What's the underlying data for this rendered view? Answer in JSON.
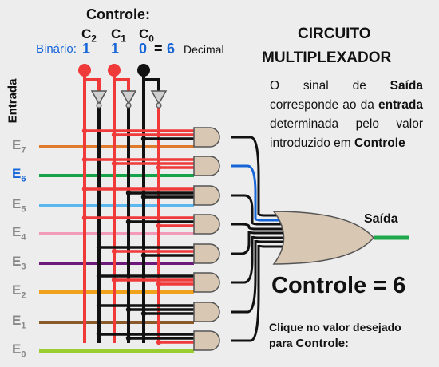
{
  "control": {
    "title": "Controle:",
    "c2": "C",
    "c2_sub": "2",
    "c1": "C",
    "c1_sub": "1",
    "c0": "C",
    "c0_sub": "0",
    "binary_label": "Binário:",
    "bits": [
      "1",
      "1",
      "0"
    ],
    "equals": "=",
    "decimal_value": "6",
    "decimal_label": "Decimal"
  },
  "heading": {
    "line1": "CIRCUITO",
    "line2": "MULTIPLEXADOR"
  },
  "description": {
    "p1": "O sinal de ",
    "saida": "Saída",
    "p2": " corresponde ao da ",
    "entrada": "entrada",
    "p3": " determinada pelo valor introduzido em ",
    "controle": "Controle"
  },
  "inputs_label": "Entrada",
  "inputs": [
    {
      "name": "E",
      "sub": "7",
      "color": "#e07a2c"
    },
    {
      "name": "E",
      "sub": "6",
      "color": "#16a34a"
    },
    {
      "name": "E",
      "sub": "5",
      "color": "#5bb7f0"
    },
    {
      "name": "E",
      "sub": "4",
      "color": "#f29ab8"
    },
    {
      "name": "E",
      "sub": "3",
      "color": "#6b1a7a"
    },
    {
      "name": "E",
      "sub": "2",
      "color": "#f0a21c"
    },
    {
      "name": "E",
      "sub": "1",
      "color": "#8a5a2b"
    },
    {
      "name": "E",
      "sub": "0",
      "color": "#9acd32"
    }
  ],
  "active_input_index": 1,
  "output_label": "Saída",
  "result_text": "Controle = 6",
  "instruction": {
    "line1": "Clique no valor desejado",
    "line2_prefix": "para ",
    "line2_bold": "Controle",
    "line2_suffix": ":"
  },
  "colors": {
    "high": "#f03a3a",
    "low": "#111111",
    "selected_path": "#1565d8",
    "output": "#1fa84a",
    "gate_fill": "#d8c7b3",
    "active_label": "#1565d8",
    "inactive_label": "#888888"
  }
}
